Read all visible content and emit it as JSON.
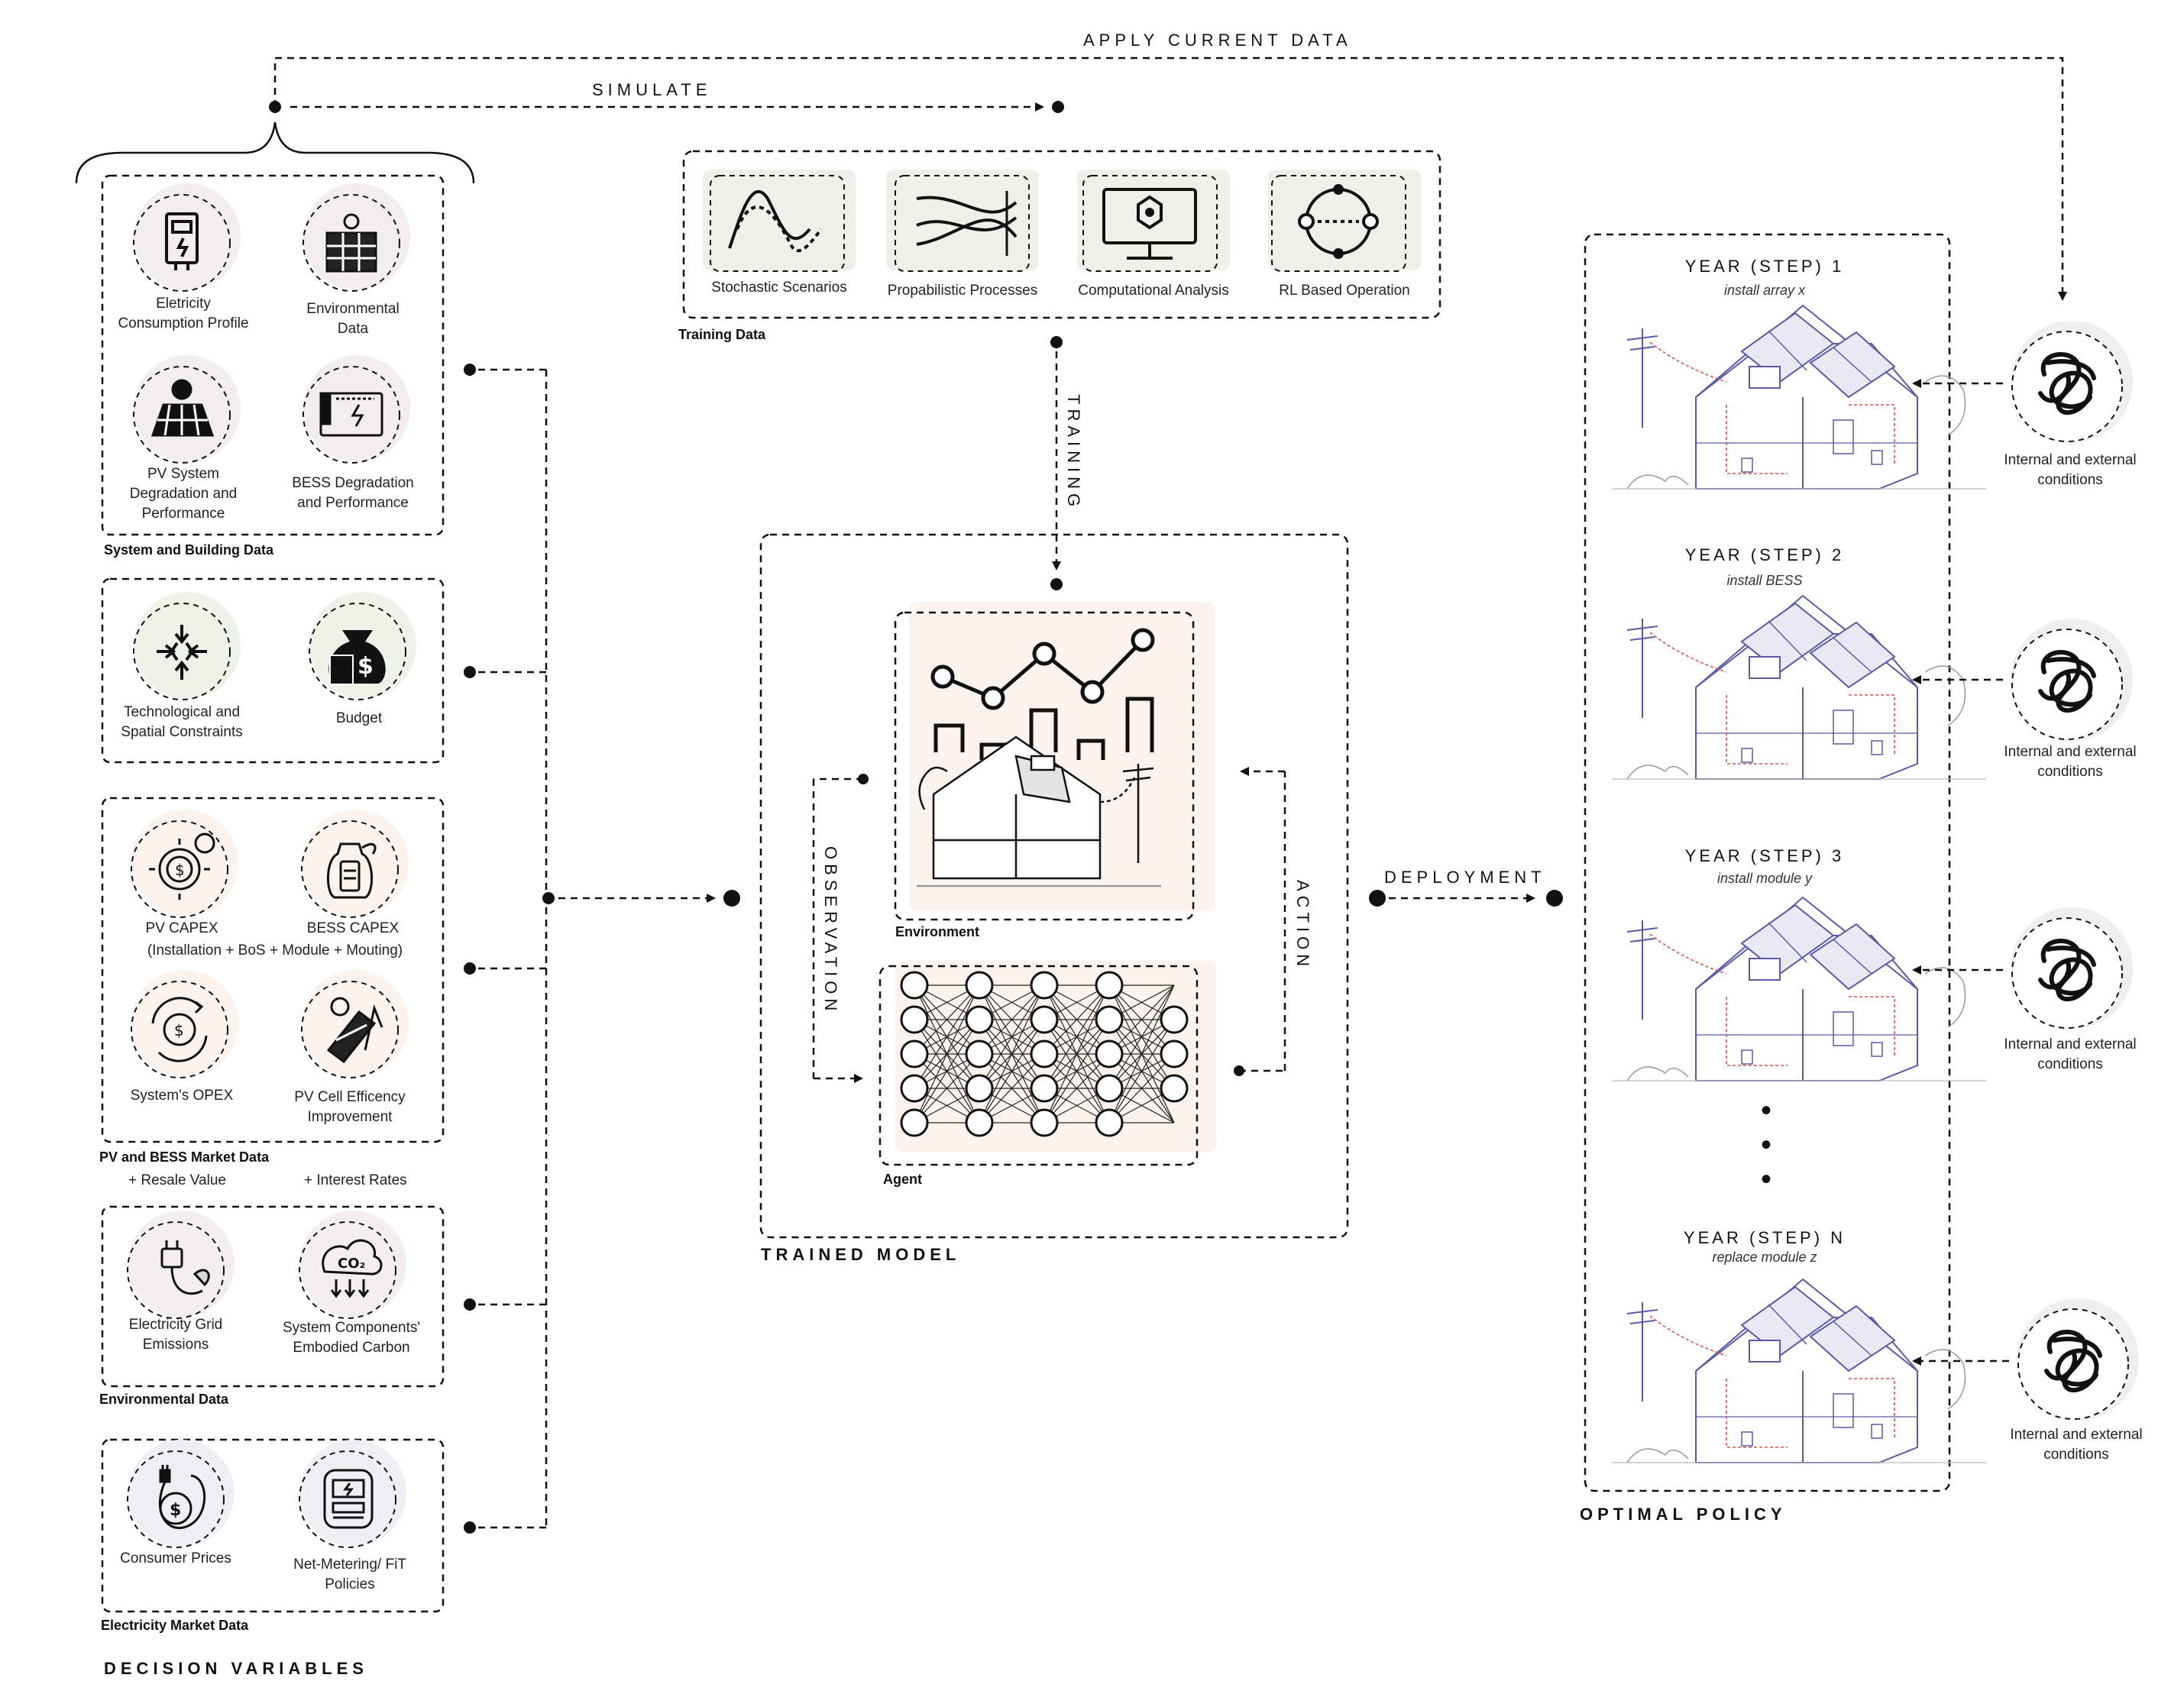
{
  "top": {
    "apply_current_data": "APPLY CURRENT DATA",
    "simulate": "SIMULATE",
    "training": "TRAINING",
    "deployment": "DEPLOYMENT",
    "observation": "OBSERVATION",
    "action": "ACTION"
  },
  "inputs": {
    "system_building": {
      "caption": "System and Building Data",
      "items": [
        "Eletricity\nConsumption Profile",
        "Environmental\nData",
        "PV System\nDegradation and\nPerformance",
        "BESS Degradation\nand Performance"
      ]
    },
    "constraints": {
      "items": [
        "Technological and\nSpatial Constraints",
        "Budget"
      ]
    },
    "market": {
      "caption": "PV and BESS Market Data",
      "items": [
        "PV CAPEX",
        "BESS CAPEX",
        "System's OPEX",
        "PV Cell Efficency\nImprovement"
      ],
      "note": "(Installation + BoS + Module + Mouting)",
      "extra": [
        "+ Resale Value",
        "+ Interest Rates"
      ]
    },
    "environmental": {
      "caption": "Environmental Data",
      "items": [
        "Electricity Grid\nEmissions",
        "System Components'\nEmbodied Carbon"
      ],
      "co2": "CO₂"
    },
    "electricity": {
      "caption": "Electricity Market Data",
      "items": [
        "Consumer Prices",
        "Net-Metering/ FiT\nPolicies"
      ]
    },
    "footer": "DECISION VARIABLES"
  },
  "training_data": {
    "caption": "Training Data",
    "items": [
      "Stochastic Scenarios",
      "Propabilistic Processes",
      "Computational Analysis",
      "RL Based Operation"
    ]
  },
  "model": {
    "environment": "Environment",
    "agent": "Agent",
    "footer": "TRAINED MODEL"
  },
  "policy": {
    "footer": "OPTIMAL POLICY",
    "steps": [
      {
        "title": "YEAR (STEP) 1",
        "action": "install array x"
      },
      {
        "title": "YEAR (STEP) 2",
        "action": "install BESS"
      },
      {
        "title": "YEAR (STEP) 3",
        "action": "install module y"
      },
      {
        "title": "YEAR (STEP) N",
        "action": "replace module z"
      }
    ],
    "ellipsis": [
      "•",
      "•",
      "•"
    ],
    "conditions": [
      "Internal and external\nconditions",
      "Internal and external\nconditions",
      "Internal and external\nconditions",
      "Internal and external\nconditions"
    ]
  },
  "colors": {
    "ink": "#1a1a1a",
    "house": "#5a5aa8",
    "house_red": "#d9534f",
    "circle_fill": "#f1ecec",
    "circle_fill_green": "#eef3ea",
    "panel_fill": "#fdf3ee",
    "icon_box_fill": "#eef0ea"
  }
}
